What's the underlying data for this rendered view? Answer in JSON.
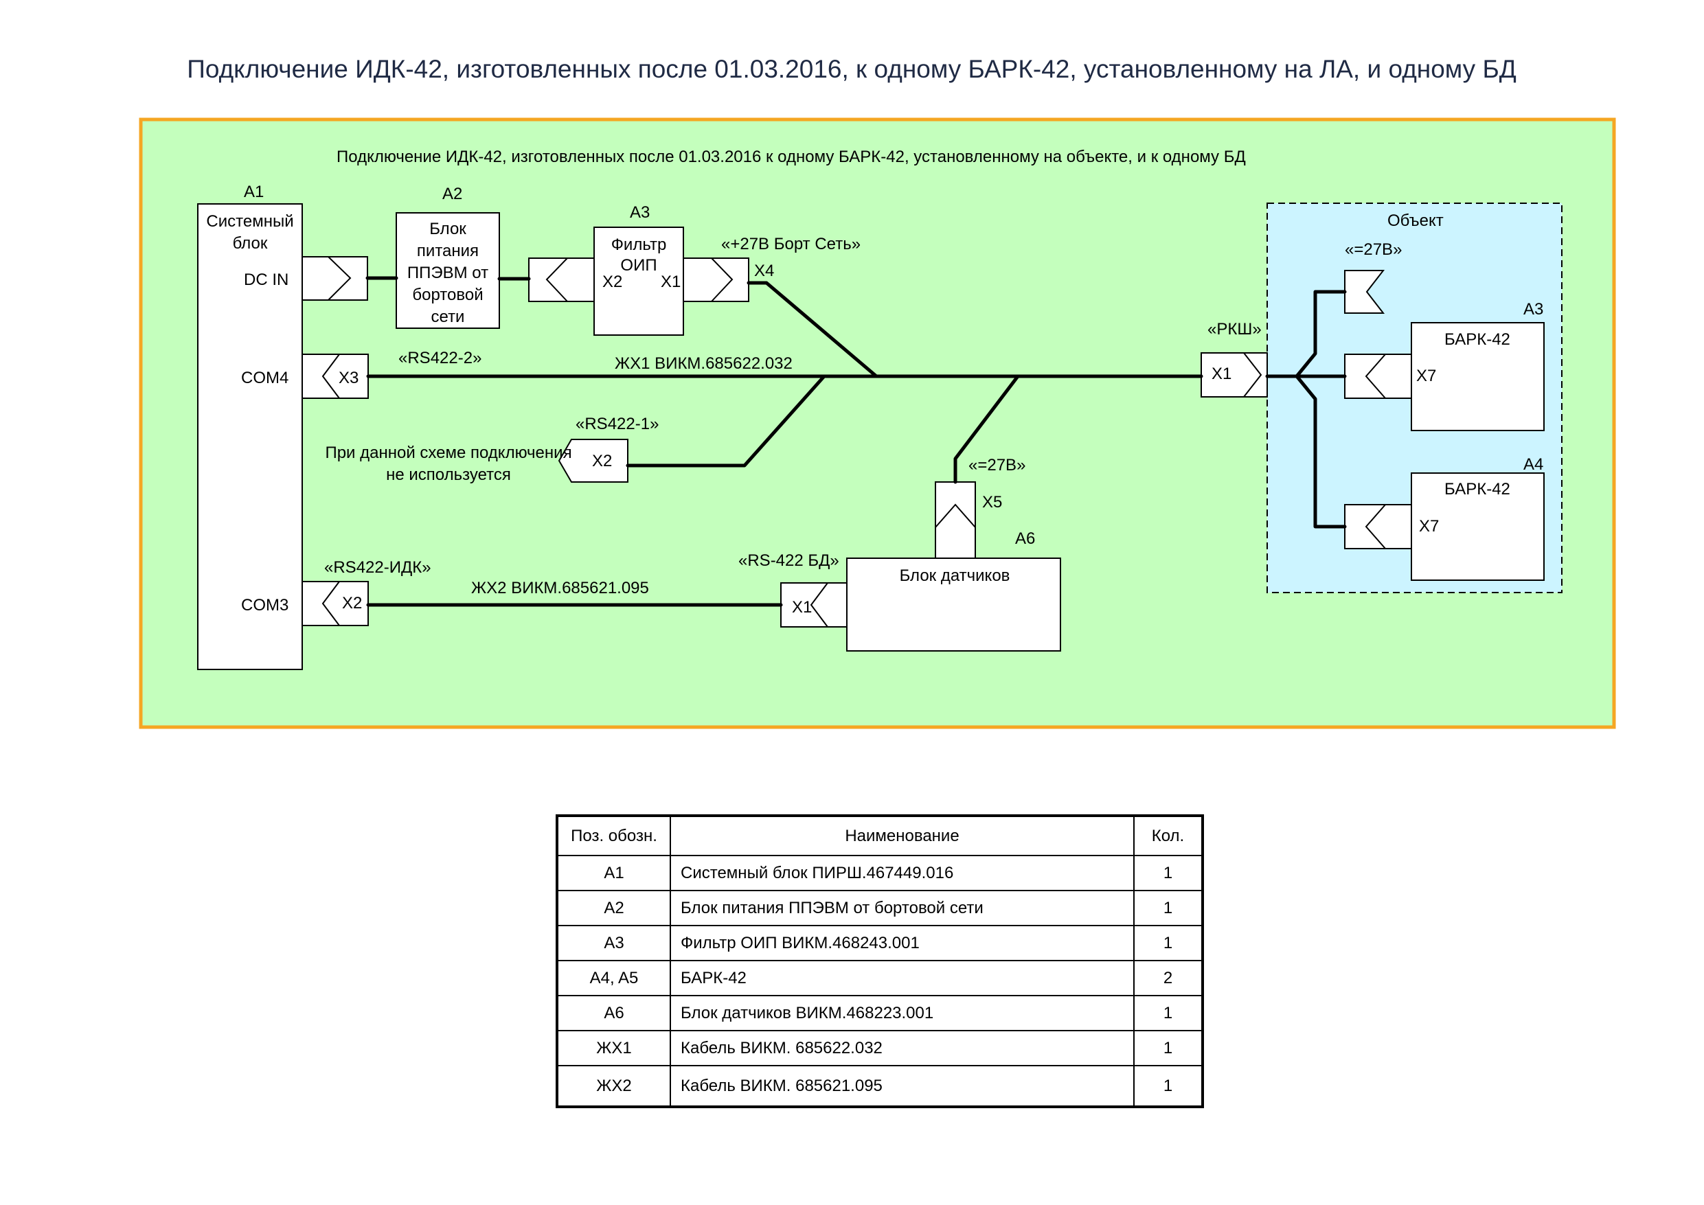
{
  "title": "Подключение ИДК-42, изготовленных после 01.03.2016, к одному БАРК-42, установленному на ЛА, и одному БД",
  "panel": {
    "subtitle": "Подключение ИДК-42, изготовленных после 01.03.2016 к одному БАРК-42, установленному на объекте, и к одному БД",
    "background_color": "#c4ffbd",
    "border_color": "#f5a623",
    "object_color": "#ccf4ff"
  },
  "blocks": {
    "a1": {
      "ref": "A1",
      "name_line1": "Системный",
      "name_line2": "блок",
      "port_dcin": "DC IN",
      "port_com4": "COM4",
      "port_com3": "COM3"
    },
    "a2": {
      "ref": "A2",
      "line1": "Блок",
      "line2": "питания",
      "line3": "ППЭВМ  от",
      "line4": "бортовой",
      "line5": "сети"
    },
    "a3": {
      "ref": "A3",
      "line1": "Фильтр",
      "line2": "ОИП",
      "pin_x2": "X2",
      "pin_x1": "X1"
    },
    "a6": {
      "ref": "A6",
      "name": "Блок  датчиков"
    },
    "object": {
      "label": "Объект"
    },
    "a3_bark": {
      "ref": "A3",
      "name": "БАРК-42",
      "pin": "X7"
    },
    "a4_bark": {
      "ref": "A4",
      "name": "БАРК-42",
      "pin": "X7"
    }
  },
  "connectors": {
    "x3": "X3",
    "x2_com3": "X2",
    "x4": "X4",
    "x2_rs": "X2",
    "x5": "X5",
    "x1_bd": "X1",
    "x1_rksh": "X1"
  },
  "labels": {
    "borts": "«+27В Борт Сеть»",
    "rs422_2": "«RS422-2»",
    "cable1": "ЖХ1   ВИКМ.685622.032",
    "rs422_1": "«RS422-1»",
    "unused_line1": "При данной схеме подключения",
    "unused_line2": "не используется",
    "v27_x5": "«=27В»",
    "rs422_idk": "«RS422-ИДК»",
    "cable2": "ЖХ2 ВИКМ.685621.095",
    "rs422_bd": "«RS-422 БД»",
    "rksh": "«РКШ»",
    "v27_obj": "«=27В»"
  },
  "table": {
    "headers": [
      "Поз. обозн.",
      "Наименование",
      "Кол."
    ],
    "rows": [
      [
        "A1",
        "Системный блок ПИРШ.467449.016",
        "1"
      ],
      [
        "A2",
        "Блок питания ППЭВМ от бортовой сети",
        "1"
      ],
      [
        "A3",
        "Фильтр ОИП ВИКМ.468243.001",
        "1"
      ],
      [
        "A4, A5",
        "БАРК-42",
        "2"
      ],
      [
        "A6",
        "Блок датчиков ВИКМ.468223.001",
        "1"
      ],
      [
        "ЖХ1",
        "Кабель ВИКМ. 685622.032",
        "1"
      ],
      [
        "ЖХ2",
        "Кабель ВИКМ. 685621.095",
        "1"
      ]
    ]
  }
}
